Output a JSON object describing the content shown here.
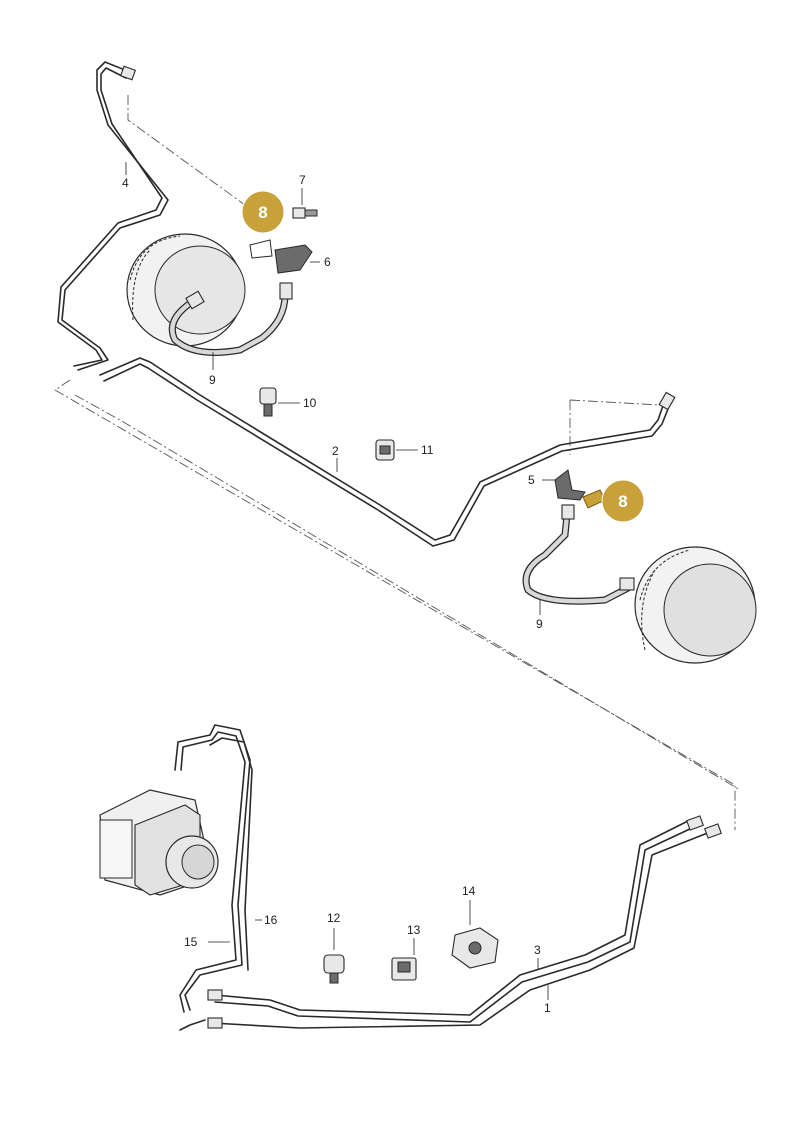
{
  "diagram": {
    "callouts": {
      "c1": "1",
      "c2": "2",
      "c3": "3",
      "c4": "4",
      "c5": "5",
      "c6": "6",
      "c7": "7",
      "c9a": "9",
      "c9b": "9",
      "c10": "10",
      "c11": "11",
      "c12": "12",
      "c13": "13",
      "c14": "14",
      "c15": "15",
      "c16": "16"
    },
    "highlight": {
      "label": "8",
      "color": "#c9a13b"
    }
  }
}
